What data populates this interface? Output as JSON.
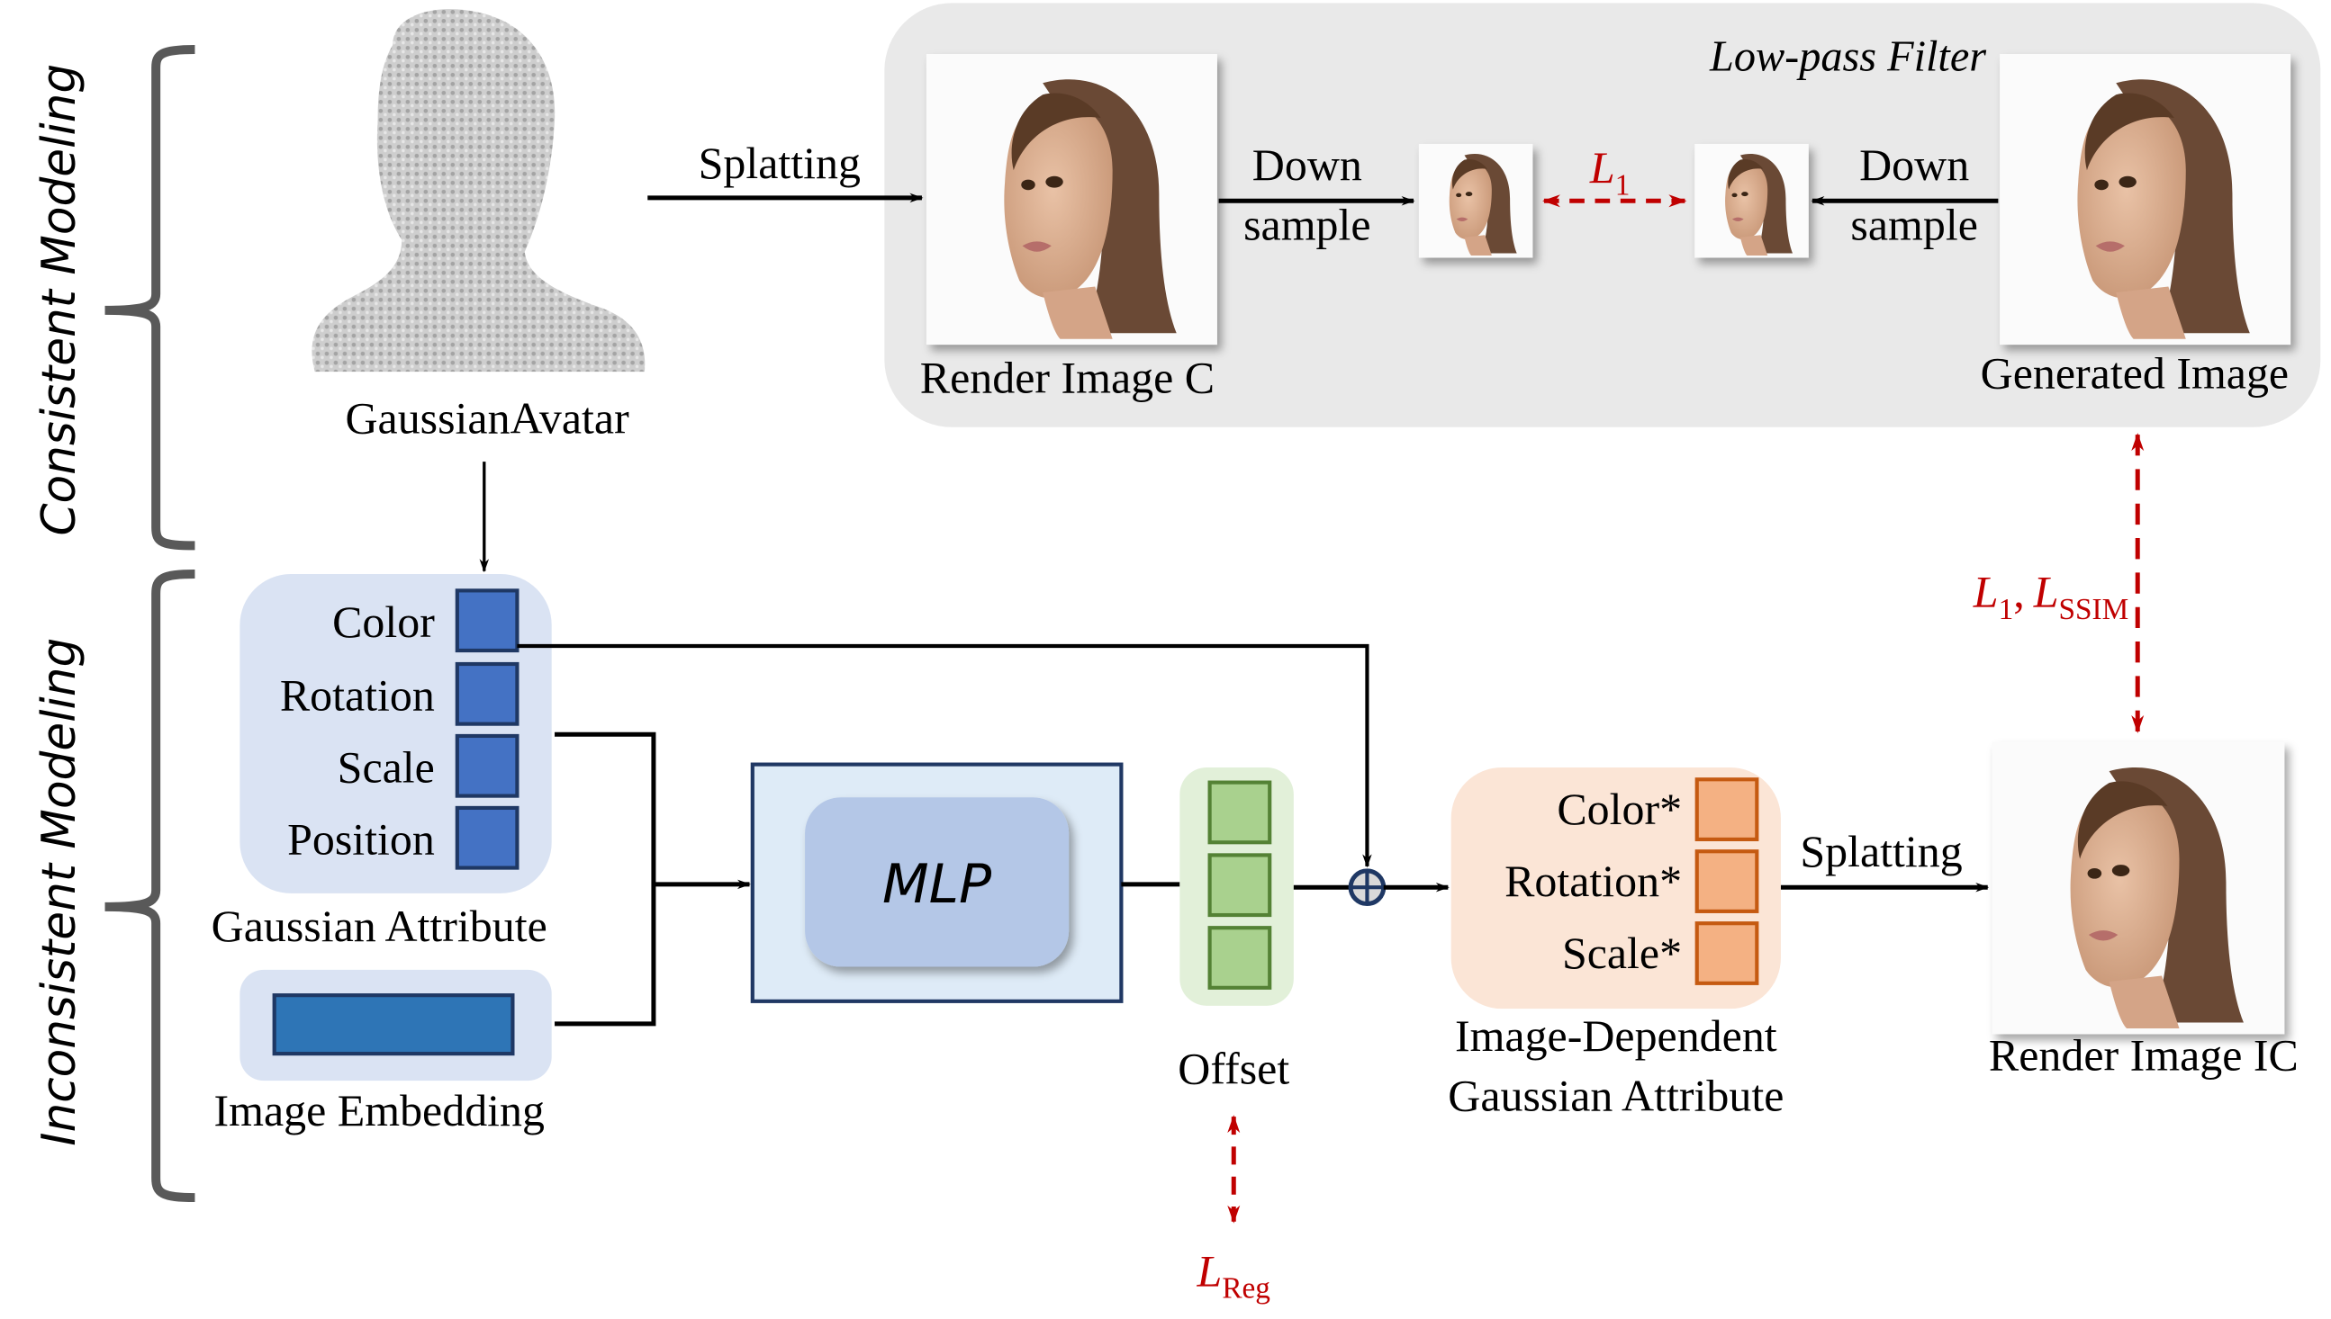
{
  "sections": {
    "consistent": "Consistent Modeling",
    "inconsistent": "Inconsistent Modeling"
  },
  "gaussian_avatar": {
    "label": "GaussianAvatar"
  },
  "low_pass_panel": {
    "title": "Low-pass Filter",
    "render_image_c": "Render Image C",
    "generated_image": "Generated Image",
    "downsample_left": {
      "line1": "Down",
      "line2": "sample"
    },
    "downsample_right": {
      "line1": "Down",
      "line2": "sample"
    },
    "l1_loss": {
      "symbol": "L",
      "subscript": "1"
    }
  },
  "splatting_top": "Splatting",
  "gaussian_attribute": {
    "caption": "Gaussian Attribute",
    "items": [
      "Color",
      "Rotation",
      "Scale",
      "Position"
    ]
  },
  "image_embedding": {
    "caption": "Image Embedding"
  },
  "mlp": {
    "label": "MLP"
  },
  "offset": {
    "caption": "Offset",
    "cells": 3
  },
  "reg_loss": {
    "symbol": "L",
    "subscript": "Reg"
  },
  "image_dependent": {
    "caption_line1": "Image-Dependent",
    "caption_line2": "Gaussian Attribute",
    "items": [
      "Color*",
      "Rotation*",
      "Scale*"
    ]
  },
  "splatting_bottom": "Splatting",
  "render_image_ic": "Render Image IC",
  "photometric_loss": {
    "l1_symbol": "L",
    "l1_subscript": "1",
    "separator": ",",
    "ssim_symbol": "L",
    "ssim_subscript": "SSIM"
  },
  "colors": {
    "panel_bg": "#e9e9e9",
    "attr_bg": "#dae3f3",
    "attr_cell": "#4472c4",
    "attr_cell_border": "#1f3864",
    "embed_cell": "#2e75b6",
    "mlp_outer": "#deebf7",
    "mlp_inner": "#b4c7e7",
    "offset_bg": "#e2f0d9",
    "offset_cell": "#a9d18e",
    "offset_border": "#548235",
    "dep_bg": "#fbe5d6",
    "dep_cell": "#f4b183",
    "dep_border": "#c55a11",
    "loss_red": "#c00000",
    "bracket": "#595959"
  }
}
